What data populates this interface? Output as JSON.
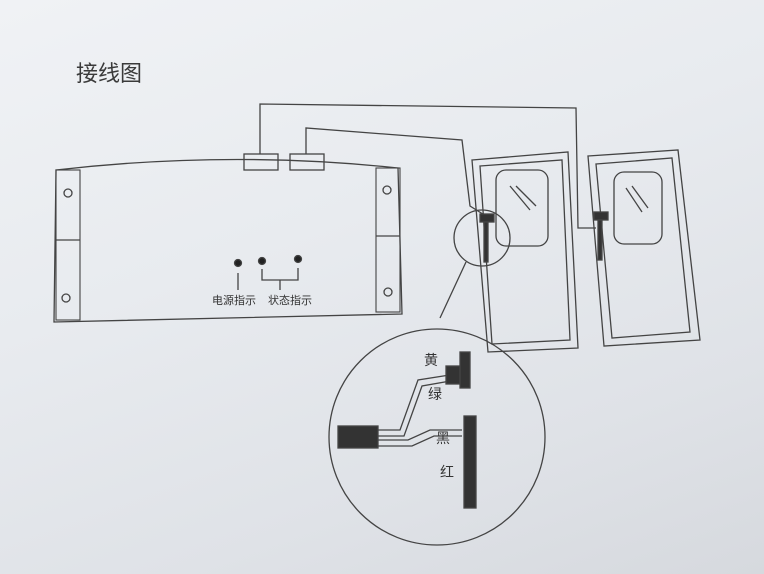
{
  "title": "接线图",
  "panel_labels": {
    "power_indicator": "电源指示",
    "status_indicator": "状态指示"
  },
  "wire_colors": {
    "yellow": "黄",
    "green": "绿",
    "black": "黑",
    "red": "红"
  }
}
